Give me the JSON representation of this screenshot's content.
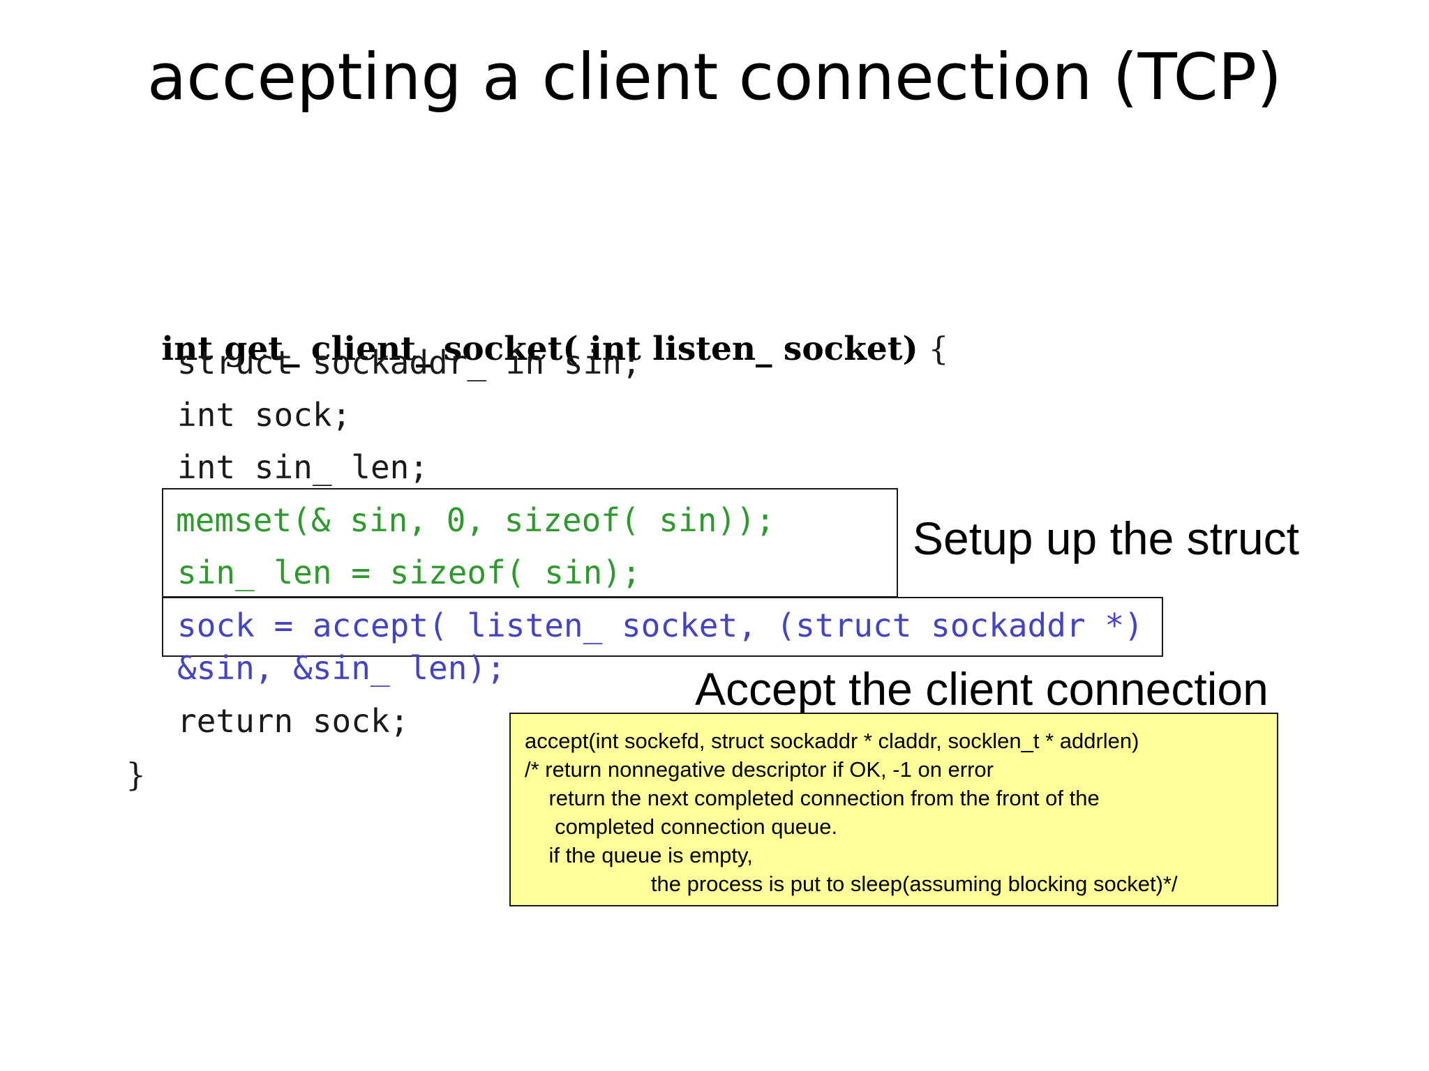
{
  "title": "accepting a client connection (TCP)",
  "code": {
    "signature": "int get_ client_ socket( int listen_ socket)",
    "open_brace": " {",
    "line_struct": "struct sockaddr_ in sin;",
    "line_sock": "int sock;",
    "line_sin_len": "int sin_ len;",
    "line_memset": "memset(& sin, 0, sizeof( sin));",
    "line_sin_len_assign": "sin_ len = sizeof( sin);",
    "line_accept_1": "sock = accept( listen_ socket, (struct sockaddr *)",
    "line_accept_2": "&sin, &sin_ len);",
    "line_return": "return sock;",
    "close_brace": "}"
  },
  "labels": {
    "setup": "Setup up the struct",
    "accept": "Accept the client connection"
  },
  "note": {
    "lines": [
      "accept(int sockefd, struct sockaddr * claddr, socklen_t * addrlen)",
      "/* return nonnegative descriptor if OK, -1 on error",
      "    return the next completed connection from the front of the",
      "     completed connection queue.",
      "    if the queue is empty,",
      "                     the process is put to sleep(assuming blocking socket)*/"
    ]
  },
  "colors": {
    "setup_code": "#2e9a2e",
    "accept_code": "#4343c4",
    "note_background": "#ffff99"
  }
}
